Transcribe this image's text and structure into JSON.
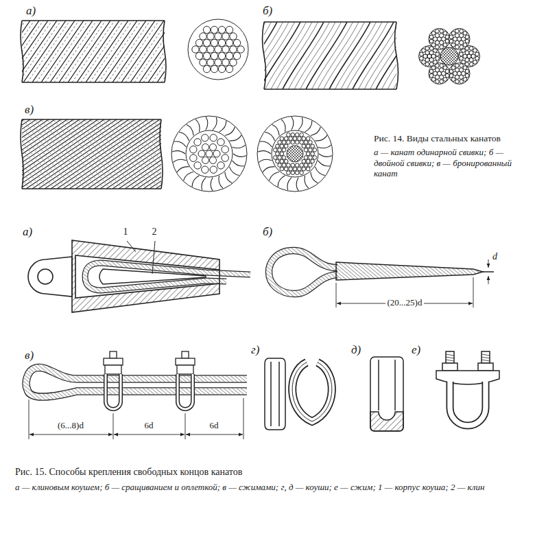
{
  "diagram": {
    "labels": [
      "а)",
      "б)",
      "в)",
      "Рис. 14. Виды стальных канатов",
      "а — канат одинарной свивки; б — двойной свивки; в — бронированный канат",
      "а)",
      "1",
      "2",
      "б)",
      "d",
      "(20...25)d",
      "в)",
      "г)",
      "д)",
      "е)",
      "(6...8)d",
      "6d",
      "6d",
      "Рис. 15. Способы крепления свободных концов канатов",
      "а — клиновым коушем; б — сращиванием и оплеткой; в — сжимами; г, д — коуши; е — сжим; 1 — корпус коуша; 2 — клин"
    ]
  }
}
